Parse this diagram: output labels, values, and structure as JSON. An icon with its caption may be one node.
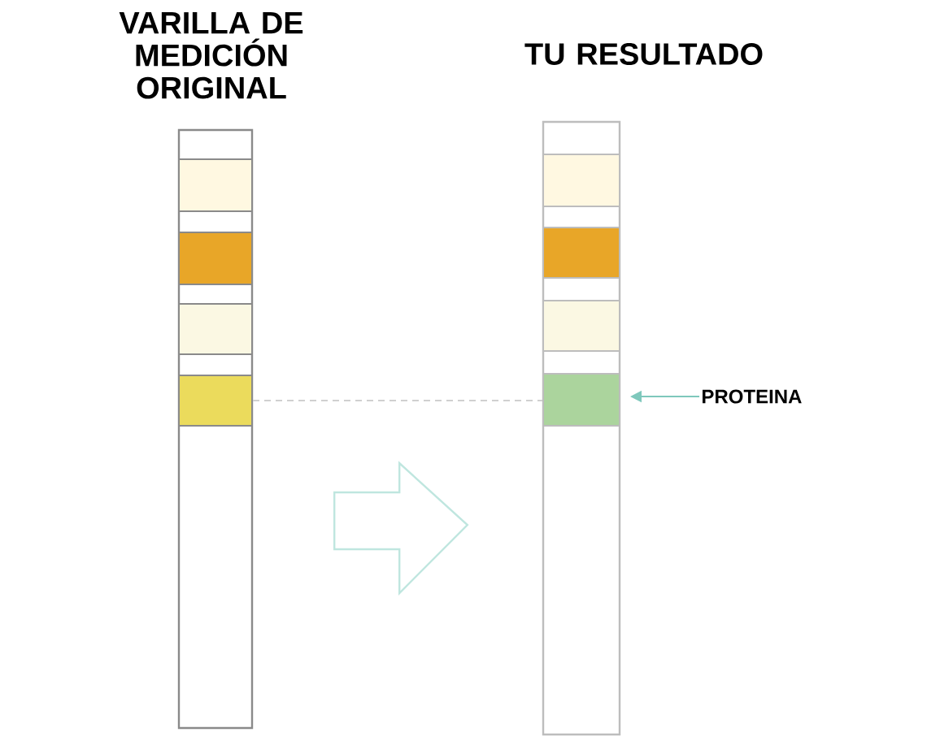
{
  "diagram": {
    "nodes": [
      {
        "text": [
          "VARILLA DE MEDICIÓN ORIGINAL"
        ]
      },
      {
        "text": [],
        "shape": "box",
        "in": 0
      },
      {
        "text": [],
        "shape": "box",
        "in": 0
      },
      {
        "text": [],
        "shape": "box",
        "in": 0
      },
      {
        "text": [],
        "shape": "box",
        "in": 0
      },
      {
        "text": [
          "TU RESULTADO"
        ]
      },
      {
        "text": [],
        "shape": "box",
        "in": 5
      },
      {
        "text": [],
        "shape": "box",
        "in": 5
      },
      {
        "text": [],
        "shape": "box",
        "in": 5
      },
      {
        "text": [],
        "shape": "box",
        "in": 5
      },
      {
        "text": [
          "PROTEINA"
        ]
      }
    ],
    "edges": [
      {
        "from": 0,
        "to": 5,
        "arrow": "to",
        "style": "thick",
        "color": "#bfe6df"
      },
      {
        "from": 4,
        "to": 9,
        "arrow": "none",
        "style": "dashed",
        "color": "#d0d0d0"
      },
      {
        "from": 10,
        "to": 9,
        "arrow": "to",
        "color": "#7fc8bc"
      }
    ]
  }
}
